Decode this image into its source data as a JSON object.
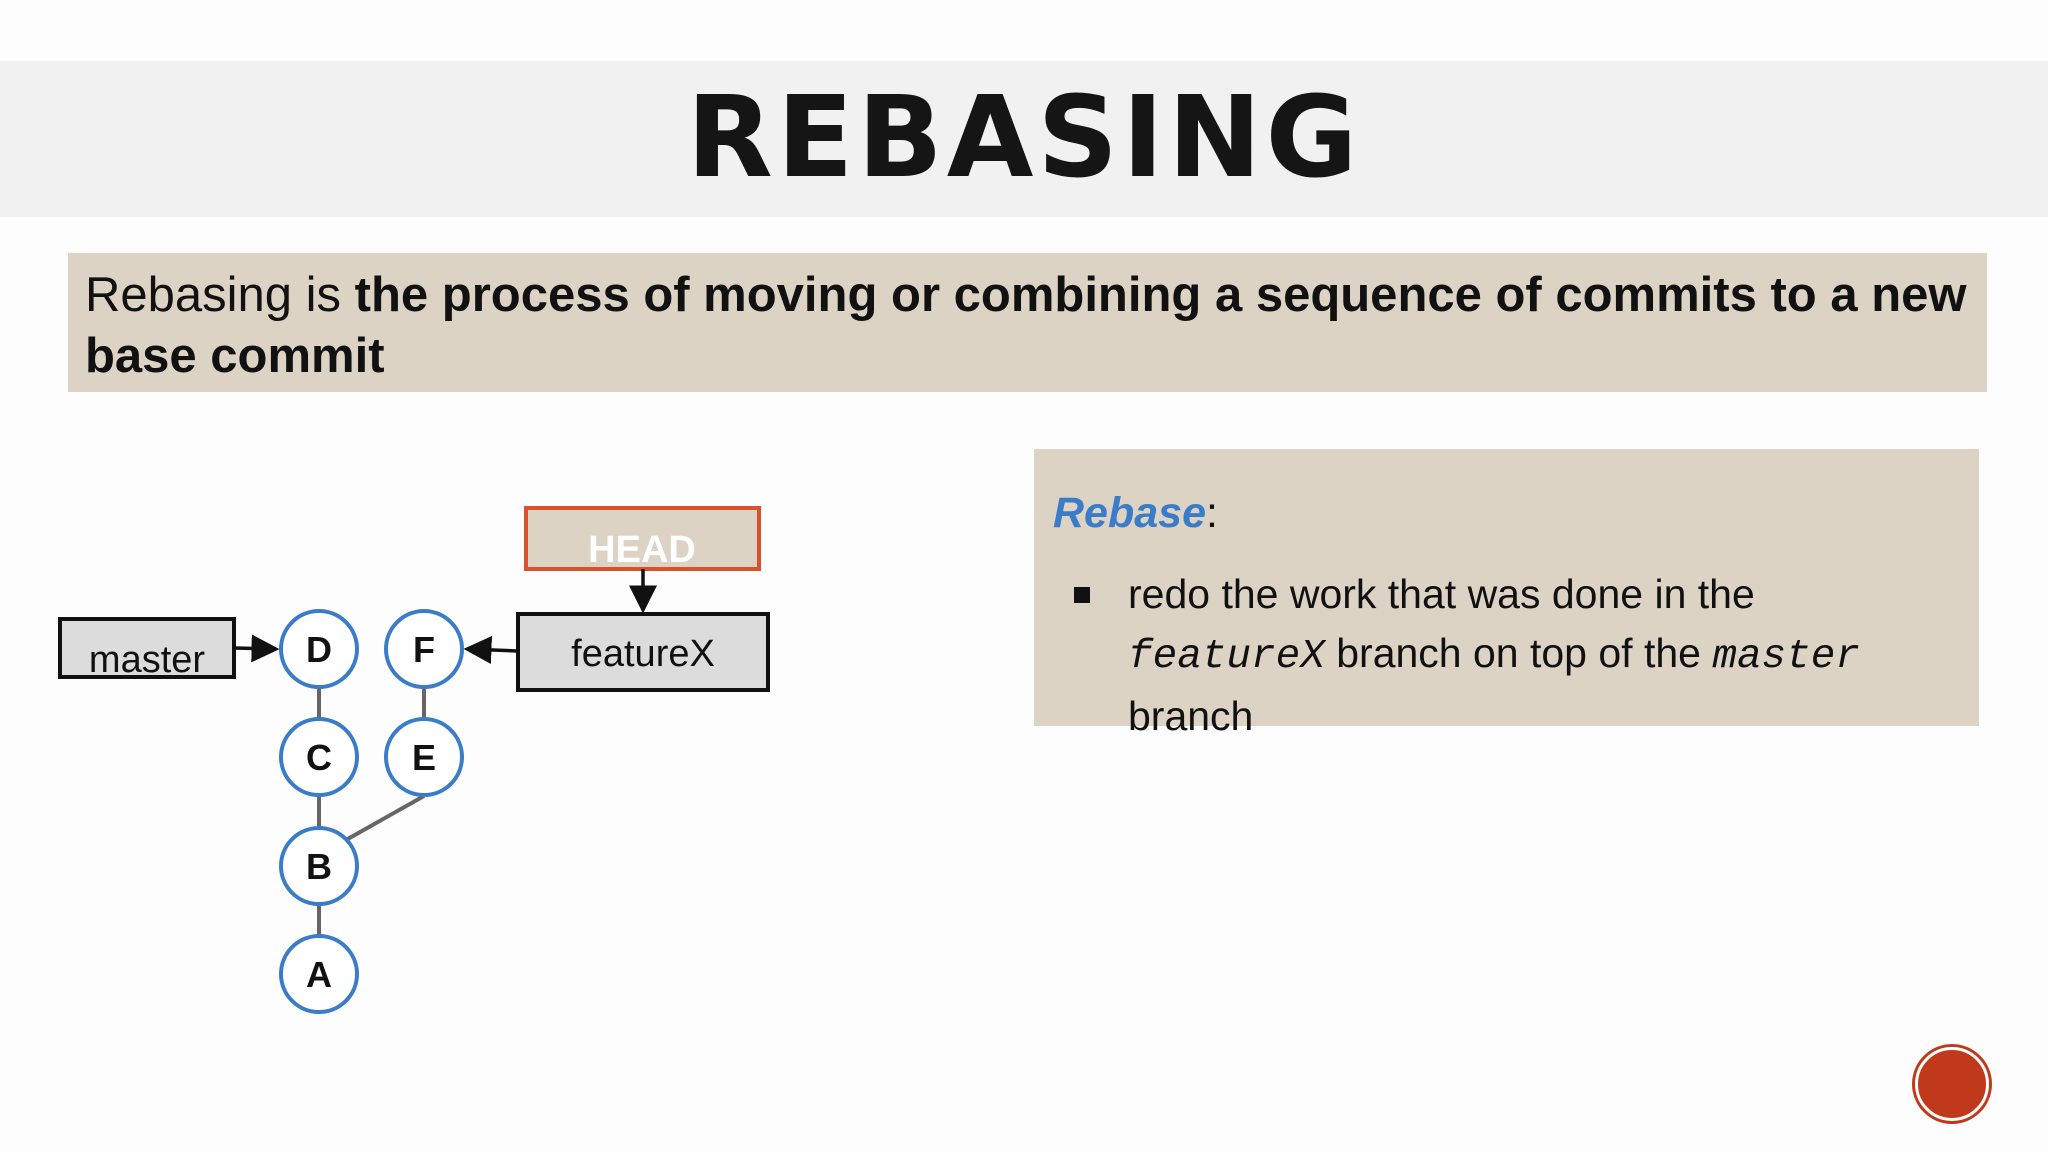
{
  "slide": {
    "title": "REBASING",
    "definition": {
      "lead": "Rebasing is ",
      "bold": "the process of moving or combining a sequence of commits to a new base commit"
    },
    "rebase_box": {
      "heading": "Rebase",
      "colon": ":",
      "bullet": {
        "part1": "redo the work that was done in the ",
        "code1": "featureX",
        "part2": " branch on top of the ",
        "code2": "master",
        "part3": " branch"
      }
    },
    "diagram": {
      "head_label": "HEAD",
      "feature_label": "featureX",
      "master_label": "master",
      "commits": [
        "A",
        "B",
        "C",
        "D",
        "E",
        "F"
      ]
    },
    "colors": {
      "accent_blue": "#3a7cc7",
      "head_border": "#d9522b",
      "box_beige": "#dcd3c5",
      "nav_button": "#c0391b"
    }
  }
}
